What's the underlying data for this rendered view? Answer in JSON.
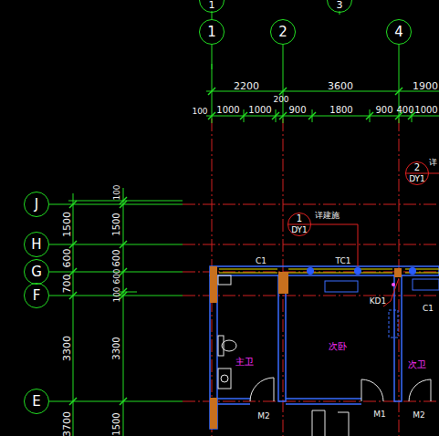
{
  "diagram": {
    "nodes": [
      {
        "text": [
          "1"
        ]
      },
      {
        "text": [
          "3"
        ]
      },
      {
        "text": [
          "1"
        ]
      },
      {
        "text": [
          "2"
        ]
      },
      {
        "text": [
          "4"
        ]
      },
      {
        "text": [
          "J"
        ]
      },
      {
        "text": [
          "H"
        ]
      },
      {
        "text": [
          "G"
        ]
      },
      {
        "text": [
          "F"
        ]
      },
      {
        "text": [
          "E"
        ]
      },
      {
        "text": [
          "1",
          "DY1"
        ]
      },
      {
        "text": [
          "2",
          "DY1"
        ]
      }
    ],
    "labels": [
      "2200",
      "3600",
      "1900",
      "200",
      "100",
      "1000",
      "1000",
      "900",
      "1800",
      "900",
      "400",
      "1000",
      "1500",
      "600",
      "700",
      "3300",
      "3700",
      "100",
      "1500",
      "600",
      "600",
      "100",
      "3300",
      "1500",
      "详建施",
      "详",
      "C1",
      "TC1",
      "C1",
      "KD1",
      "次卧",
      "主卫",
      "次卫",
      "M2",
      "M1",
      "M2"
    ]
  }
}
